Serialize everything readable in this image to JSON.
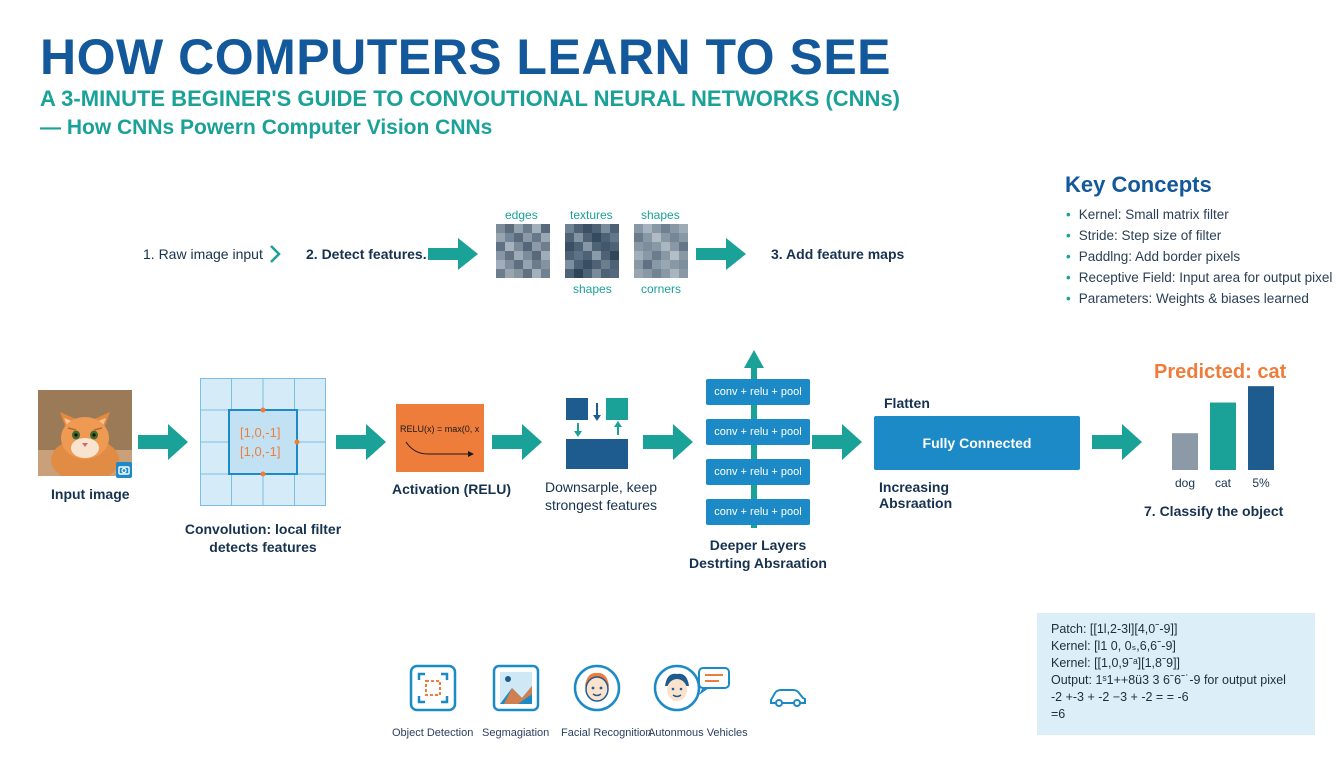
{
  "header": {
    "title": "HOW COMPUTERS LEARN TO SEE",
    "subtitle": "A 3-MINUTE BEGINER'S GUIDE TO CONVOUTIONAL NEURAL NETWORKS (CNNs)",
    "tagline": "— How CNNs Powern Computer Vision CNNs"
  },
  "steps": {
    "raw": "1. Raw image input",
    "detect": "2. Detect features.",
    "add_maps": "3. Add feature maps",
    "feature_tops": [
      "edges",
      "textures",
      "shapes"
    ],
    "feature_bottoms": [
      "shapes",
      "corners"
    ]
  },
  "key_concepts": {
    "title": "Key Concepts",
    "items": [
      "Kernel: Small matrix filter",
      "Stride: Step size of filter",
      "Paddlng: Add border pixels",
      "Receptive Field: Input area for output pixel",
      "Parameters: Weights & biases learned"
    ]
  },
  "pipeline": {
    "input_label": "Input image",
    "kernel_row1": "[1,0,-1]",
    "kernel_row2": "[1,0,-1]",
    "conv_label_1": "Convolution: local filter",
    "conv_label_2": "detects features",
    "relu_formula": "RELU(x) = max(0, x",
    "activation_label": "Activation (RELU)",
    "downsample_1": "Downsarple, keep",
    "downsample_2": "strongest features",
    "conv_blocks": [
      "conv + relu + pool",
      "conv + relu + pool",
      "conv + relu + pool",
      "conv + relu + pool"
    ],
    "deeper_1": "Deeper Layers",
    "deeper_2": "Destrting Absraation",
    "flatten": "Flatten",
    "fully_connected": "Fully Connected",
    "increasing_1": "Increasing",
    "increasing_2": "Absraation",
    "predicted": "Predicted: cat",
    "classify": "7. Classify the object"
  },
  "chart_data": {
    "type": "bar",
    "categories": [
      "dog",
      "cat",
      "5%"
    ],
    "values": [
      18,
      33,
      41
    ],
    "colors": [
      "#8c99a6",
      "#1aa198",
      "#1e5c8f"
    ],
    "ylim": [
      0,
      45
    ]
  },
  "calc": {
    "patch": "Patch: [[1l,2-3l][4,0ˉ-9]]",
    "kernel1": "Kernel: [l1 0, 0ₛ,6,6ˉ-9]",
    "kernel2": "Kernel: [[1,0,9ˉᵃ][1,8ˉ9]]",
    "output": "Output: 1ˢ1++8ü3 3 6ˉ6ˉ˙-9 for output pixel",
    "line5": "-2 +-3 + -2 −3 + -2 = = -6",
    "line6": "=6"
  },
  "applications": [
    "Object Detection",
    "Segmagiation",
    "Facial Recognition",
    "Autonmous Vehicles"
  ],
  "colors": {
    "primary": "#13589a",
    "teal": "#1aa198",
    "accent_orange": "#ee7d3b",
    "blue_box": "#1b8ac6"
  }
}
